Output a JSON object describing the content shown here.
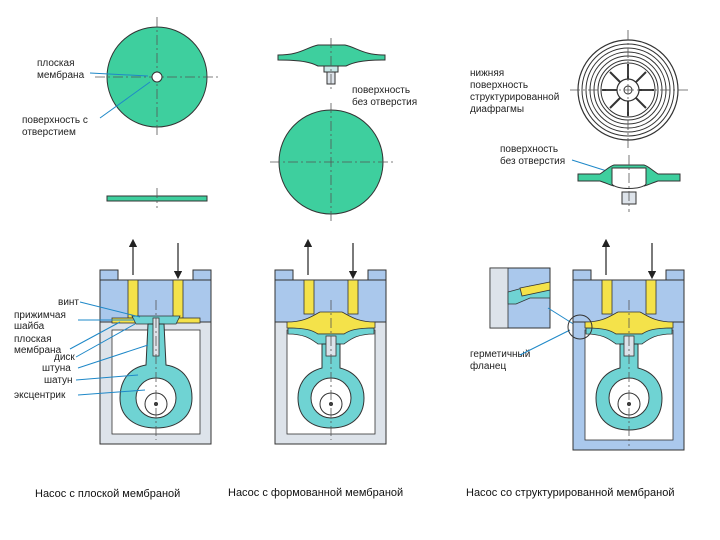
{
  "colors": {
    "membrane": "#3ecf9e",
    "teal": "#6fd3d3",
    "yellow": "#f4e24a",
    "blue": "#aac8ec",
    "grey": "#dde3ea"
  },
  "top_labels": {
    "flat_membrane": [
      "плоская",
      "мембрана"
    ],
    "hole_surface": [
      "поверхность с",
      "отверстием"
    ],
    "no_hole_surface_1": [
      "поверхность",
      "без отверстия"
    ],
    "lower_structured": [
      "нижняя",
      "поверхность",
      "структурированной",
      "диафрагмы"
    ],
    "no_hole_surface_2": [
      "поверхность",
      "без отверстия"
    ]
  },
  "pump1_labels": {
    "screw": "винт",
    "washer": [
      "прижимчая",
      "шайба"
    ],
    "membrane": [
      "плоская",
      "мембрана"
    ],
    "disc": "диск",
    "rod": "штуна",
    "rod2": "шатун",
    "eccentric": "эксцентрик"
  },
  "pump3_labels": {
    "flange": [
      "герметичный",
      "фланец"
    ]
  },
  "captions": [
    "Насос с плоской мембраной",
    "Насос с формованной мембраной",
    "Насос со структурированной мембраной"
  ]
}
